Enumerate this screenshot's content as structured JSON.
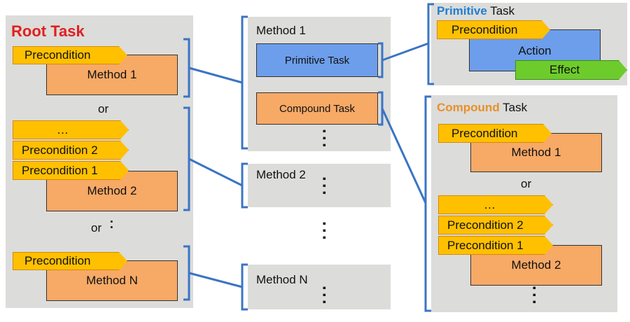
{
  "root_task": {
    "title": "Root Task",
    "method1": {
      "precondition": "Precondition",
      "label": "Method 1"
    },
    "or_1": "or",
    "method2": {
      "ellipsis": "…",
      "precondition2": "Precondition 2",
      "precondition1": "Precondition 1",
      "label": "Method 2"
    },
    "or_2": "or",
    "methodN": {
      "precondition": "Precondition",
      "label": "Method N"
    }
  },
  "methods": {
    "method1": {
      "label": "Method 1",
      "primitive": "Primitive Task",
      "compound": "Compound Task"
    },
    "method2": {
      "label": "Method 2"
    },
    "methodN": {
      "label": "Method N"
    }
  },
  "primitive_task": {
    "title_highlight": "Primitive",
    "title_rest": " Task",
    "precondition": "Precondition",
    "action": "Action",
    "effect": "Effect"
  },
  "compound_task": {
    "title_highlight": "Compound",
    "title_rest": " Task",
    "method1": {
      "precondition": "Precondition",
      "label": "Method 1"
    },
    "or": "or",
    "method2": {
      "ellipsis": "…",
      "precondition2": "Precondition 2",
      "precondition1": "Precondition 1",
      "label": "Method 2"
    }
  },
  "colors": {
    "root_title": "#e02020",
    "primitive_title": "#1f7fd0",
    "compound_title": "#e8902a",
    "connector": "#3b74c4",
    "precondition": "#ffc000",
    "method": "#f7a966",
    "primitive_box": "#6d9eeb",
    "effect": "#6dcc2c",
    "panel": "#dcdcda"
  }
}
